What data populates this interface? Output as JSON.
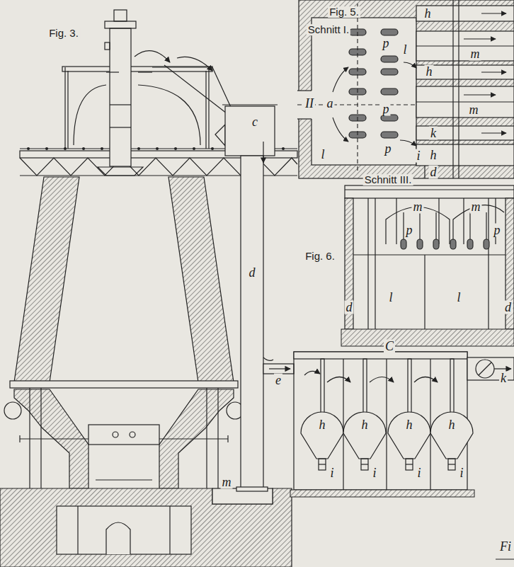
{
  "diagram": {
    "labels": [
      "Fig. 3.",
      "Fig. 5.",
      "Schnitt I.",
      "h",
      "p",
      "l",
      "m",
      "h",
      "m",
      "II",
      "a",
      "p",
      "p",
      "i",
      "l",
      "k",
      "h",
      "d",
      "Schnitt III.",
      "m",
      "m",
      "p",
      "p",
      "Fig. 6.",
      "l",
      "l",
      "d",
      "d",
      "c",
      "d",
      "e",
      "C",
      "k",
      "h",
      "h",
      "h",
      "h",
      "i",
      "i",
      "i",
      "i",
      "m",
      "Fi"
    ]
  }
}
